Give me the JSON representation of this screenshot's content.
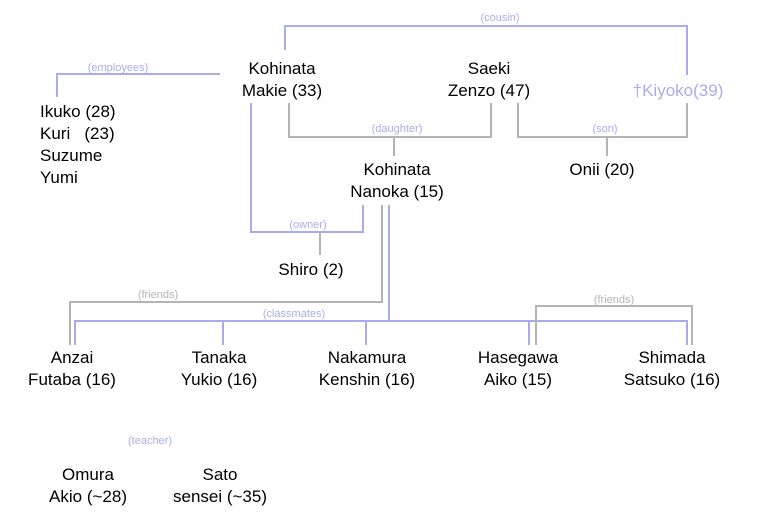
{
  "people": {
    "makie": [
      "Kohinata",
      "Makie (33)"
    ],
    "zenzo": [
      "Saeki",
      "Zenzo (47)"
    ],
    "kiyoko": [
      "†Kiyoko(39)"
    ],
    "employees": [
      "Ikuko (28)",
      "Kuri   (23)",
      "Suzume",
      "Yumi"
    ],
    "nanoka": [
      "Kohinata",
      "Nanoka (15)"
    ],
    "onii": [
      "Onii (20)"
    ],
    "shiro": [
      "Shiro (2)"
    ],
    "anzai": [
      "Anzai",
      "Futaba (16)"
    ],
    "tanaka": [
      "Tanaka",
      "Yukio (16)"
    ],
    "nakamura": [
      "Nakamura",
      "Kenshin (16)"
    ],
    "hasegawa": [
      "Hasegawa",
      "Aiko (15)"
    ],
    "shimada": [
      "Shimada",
      "Satsuko (16)"
    ],
    "omura": [
      "Omura",
      "Akio (~28)"
    ],
    "sato": [
      "Sato",
      "sensei (~35)"
    ]
  },
  "relations": {
    "cousin": "(cousin)",
    "employees": "(employees)",
    "daughter": "(daughter)",
    "son": "(son)",
    "owner": "(owner)",
    "friends_left": "(friends)",
    "classmates": "(classmates)",
    "friends_right": "(friends)",
    "teacher": "(teacher)"
  },
  "colors": {
    "blue_line": "#a9acec",
    "gray_line": "#b4b4b4",
    "deceased_text": "#a9acec"
  }
}
